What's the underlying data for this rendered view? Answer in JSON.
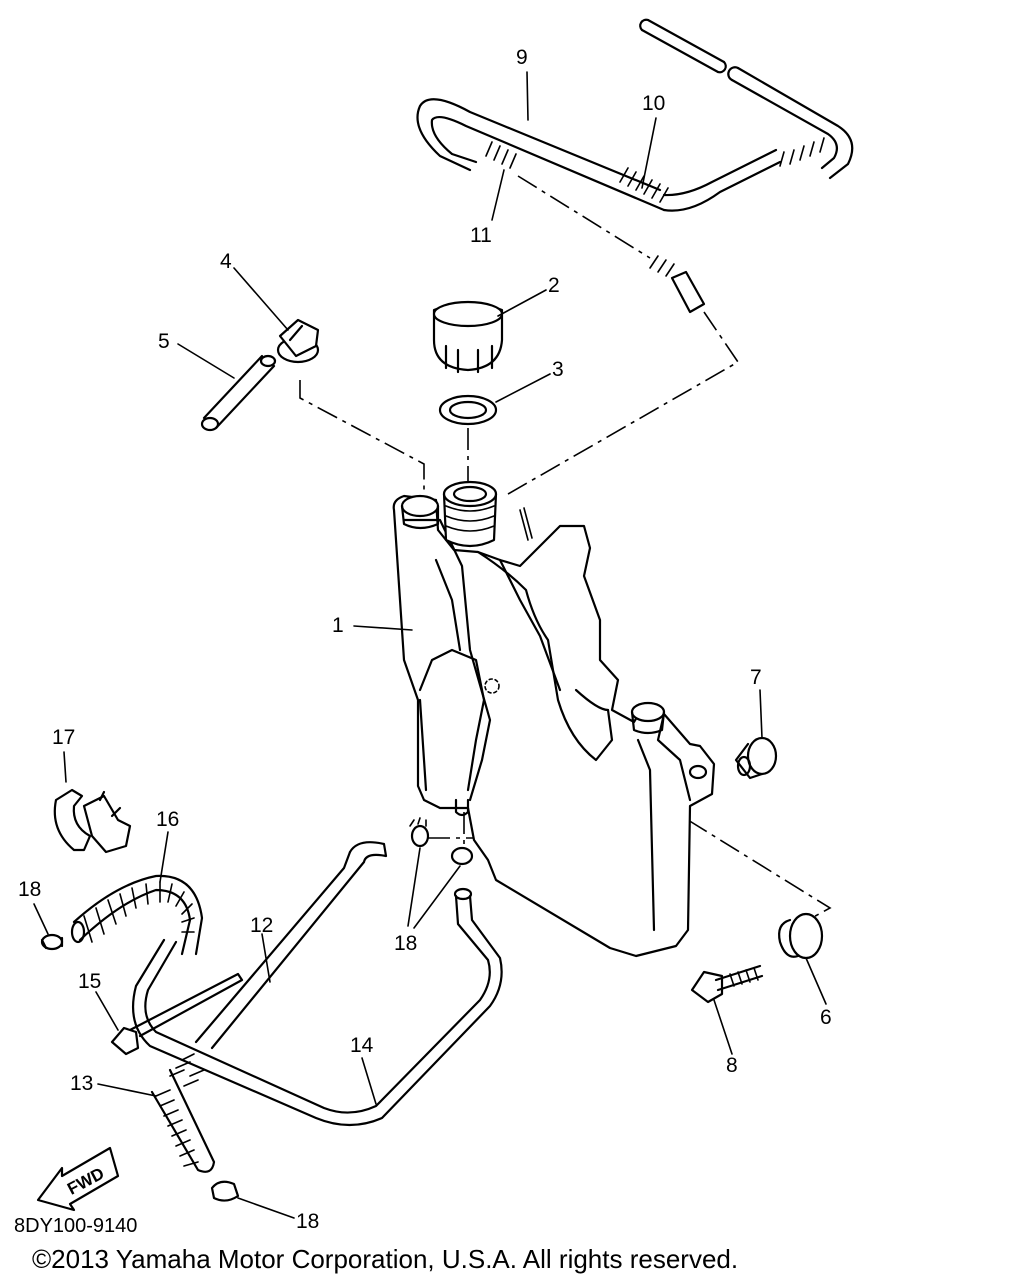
{
  "diagram_code": "8DY100-9140",
  "copyright": "©2013 Yamaha Motor Corporation, U.S.A. All rights reserved.",
  "fwd_label": "FWD",
  "callouts": [
    {
      "id": "c1",
      "label": "1"
    },
    {
      "id": "c2",
      "label": "2"
    },
    {
      "id": "c3",
      "label": "3"
    },
    {
      "id": "c4",
      "label": "4"
    },
    {
      "id": "c5",
      "label": "5"
    },
    {
      "id": "c6",
      "label": "6"
    },
    {
      "id": "c7",
      "label": "7"
    },
    {
      "id": "c8",
      "label": "8"
    },
    {
      "id": "c9",
      "label": "9"
    },
    {
      "id": "c10",
      "label": "10"
    },
    {
      "id": "c11",
      "label": "11"
    },
    {
      "id": "c12",
      "label": "12"
    },
    {
      "id": "c13",
      "label": "13"
    },
    {
      "id": "c14",
      "label": "14"
    },
    {
      "id": "c15",
      "label": "15"
    },
    {
      "id": "c16",
      "label": "16"
    },
    {
      "id": "c17",
      "label": "17"
    },
    {
      "id": "c18a",
      "label": "18"
    },
    {
      "id": "c18b",
      "label": "18"
    },
    {
      "id": "c18c",
      "label": "18"
    }
  ]
}
